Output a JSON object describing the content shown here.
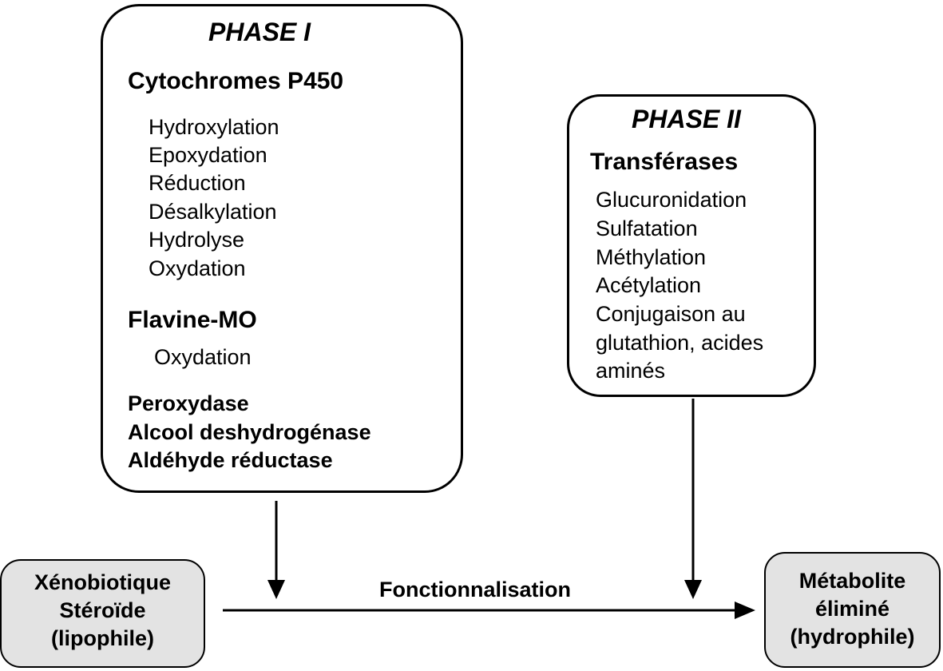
{
  "phase1": {
    "title": "PHASE I",
    "cytochromes": {
      "heading": "Cytochromes P450",
      "items": [
        "Hydroxylation",
        "Epoxydation",
        "Réduction",
        "Désalkylation",
        "Hydrolyse",
        "Oxydation"
      ]
    },
    "flavine": {
      "heading": "Flavine-MO",
      "items": [
        "Oxydation"
      ]
    },
    "others": [
      "Peroxydase",
      "Alcool deshydrogénase",
      "Aldéhyde réductase"
    ]
  },
  "phase2": {
    "title": "PHASE II",
    "heading": "Transférases",
    "items": [
      "Glucuronidation",
      "Sulfatation",
      "Méthylation",
      "Acétylation",
      "Conjugaison au",
      "glutathion, acides",
      "aminés"
    ]
  },
  "source": {
    "lines": [
      "Xénobiotique",
      "Stéroïde",
      "(lipophile)"
    ]
  },
  "target": {
    "lines": [
      "Métabolite",
      "éliminé",
      "(hydrophile)"
    ]
  },
  "process_label": "Fonctionnalisation"
}
